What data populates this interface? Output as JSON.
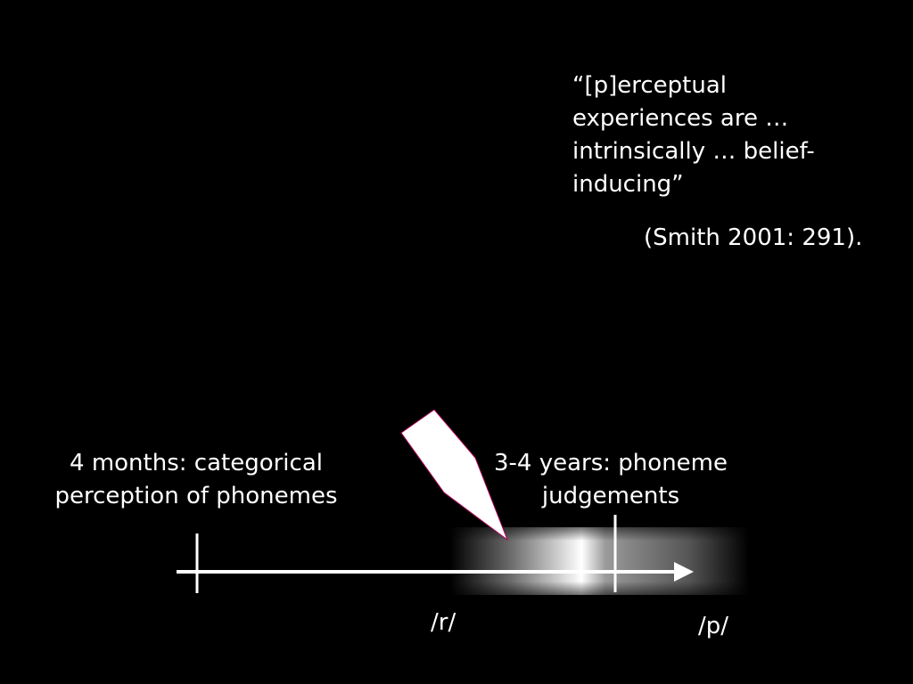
{
  "quote": {
    "lines": [
      "“[p]erceptual",
      "experiences are …",
      "intrinsically … belief-",
      "inducing”"
    ],
    "citation": "(Smith 2001: 291)."
  },
  "timeline": {
    "milestones": [
      {
        "lines": [
          "4 months:  categorical",
          "perception of phonemes"
        ]
      },
      {
        "lines": [
          "3-4 years: phoneme",
          "judgements"
        ]
      }
    ],
    "continuum": {
      "start_label": "/r/",
      "end_label": "/p/"
    }
  },
  "colors": {
    "background": "#000000",
    "foreground": "#ffffff",
    "pointer_outline": "#b0005a"
  }
}
